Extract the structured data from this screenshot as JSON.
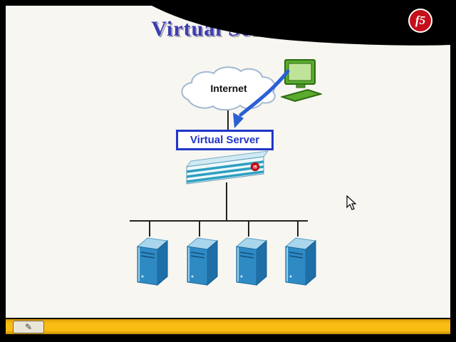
{
  "slide": {
    "title": "Virtual Servers",
    "internet_label": "Internet",
    "virtual_server_label": "Virtual Server"
  },
  "logo": {
    "text": "f5"
  },
  "icons": {
    "pen_tool": "✎"
  },
  "colors": {
    "title_blue": "#3c3cb4",
    "arrow_blue": "#2a5fd6",
    "box_border_blue": "#2135c8",
    "server_front_blue": "#2f8ac4",
    "server_top_blue": "#a9d6ec",
    "server_side_blue": "#1e6fa8",
    "appliance_teal": "#2d9fc0",
    "computer_green": "#5aab2e",
    "f5_red": "#c40f1a",
    "toolbar_yellow": "#f8bc13"
  }
}
